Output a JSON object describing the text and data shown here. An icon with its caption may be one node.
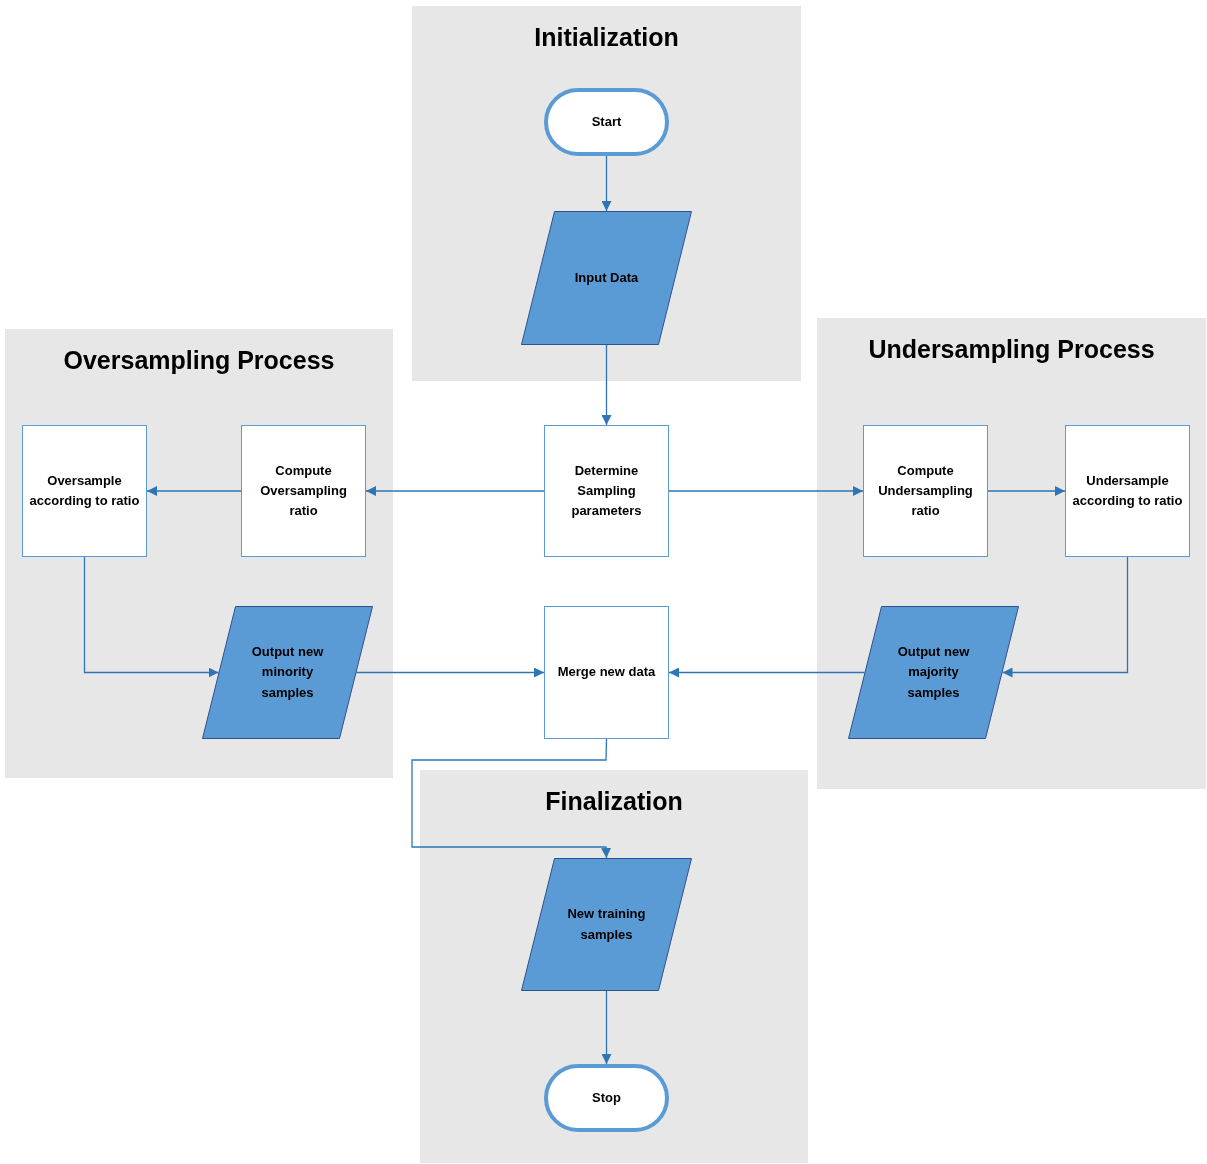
{
  "diagram": {
    "nodes": [
      {
        "text": [
          "Initialization"
        ]
      },
      {
        "text": [
          "Start"
        ],
        "in": 0
      },
      {
        "text": [
          "Input Data"
        ],
        "in": 0
      },
      {
        "text": [
          "Oversampling Process"
        ]
      },
      {
        "text": [
          "Oversample according to ratio"
        ],
        "in": 3
      },
      {
        "text": [
          "Compute Oversampling ratio"
        ],
        "in": 3
      },
      {
        "text": [
          "Output new minority samples"
        ],
        "in": 3
      },
      {
        "text": [
          "Determine Sampling parameters"
        ]
      },
      {
        "text": [
          "Merge new data"
        ]
      },
      {
        "text": [
          "Undersampling Process"
        ]
      },
      {
        "text": [
          "Compute Undersampling ratio"
        ],
        "in": 9
      },
      {
        "text": [
          "Undersample according to ratio"
        ],
        "in": 9
      },
      {
        "text": [
          "Output new majority samples"
        ],
        "in": 9
      },
      {
        "text": [
          "Finalization"
        ]
      },
      {
        "text": [
          "New training samples"
        ],
        "in": 13
      },
      {
        "text": [
          "Stop"
        ],
        "in": 13
      }
    ],
    "edges": [
      {
        "from": 1,
        "to": 2,
        "arrow": "to"
      },
      {
        "from": 2,
        "to": 7,
        "arrow": "to"
      },
      {
        "from": 7,
        "to": 5,
        "arrow": "to"
      },
      {
        "from": 5,
        "to": 4,
        "arrow": "to"
      },
      {
        "from": 4,
        "to": 6,
        "arrow": "to"
      },
      {
        "from": 6,
        "to": 8,
        "arrow": "to"
      },
      {
        "from": 7,
        "to": 10,
        "arrow": "to"
      },
      {
        "from": 10,
        "to": 11,
        "arrow": "to"
      },
      {
        "from": 11,
        "to": 12,
        "arrow": "to"
      },
      {
        "from": 12,
        "to": 8,
        "arrow": "to"
      },
      {
        "from": 8,
        "to": 14,
        "arrow": "to"
      },
      {
        "from": 14,
        "to": 15,
        "arrow": "to"
      }
    ]
  }
}
